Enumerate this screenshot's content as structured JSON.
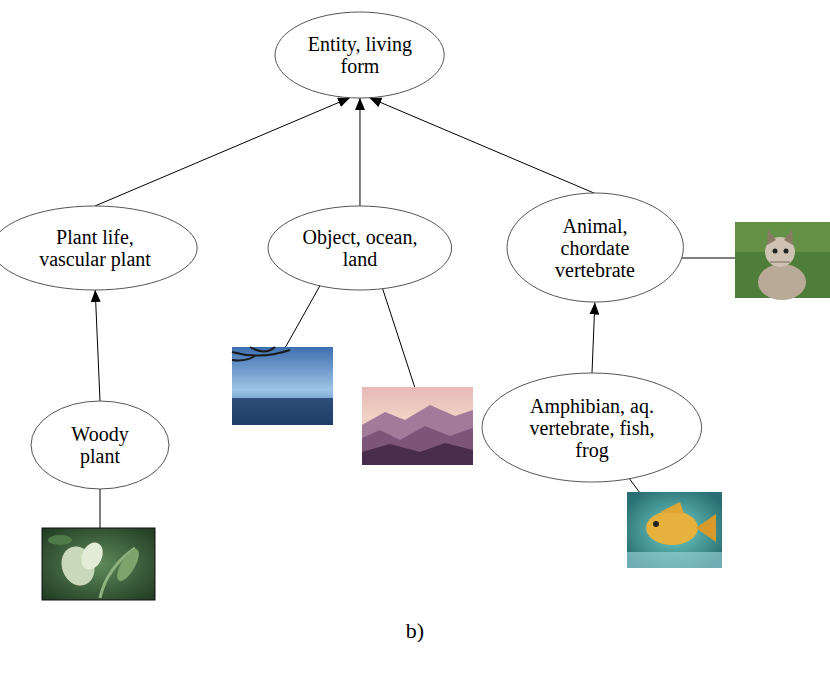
{
  "diagram": {
    "caption": "b)",
    "nodes": [
      {
        "text": [
          "Entity, living form"
        ]
      },
      {
        "text": [
          "Plant life, vascular plant"
        ]
      },
      {
        "text": [
          "Object, ocean, land"
        ]
      },
      {
        "text": [
          "Animal, chordate vertebrate"
        ]
      },
      {
        "text": [
          "Woody plant"
        ]
      },
      {
        "text": [
          "Amphibian, aq. vertebrate, fish, frog"
        ]
      }
    ],
    "edges": [
      {
        "from": 1,
        "to": 0,
        "arrow": "to"
      },
      {
        "from": 2,
        "to": 0,
        "arrow": "to"
      },
      {
        "from": 3,
        "to": 0,
        "arrow": "to"
      },
      {
        "from": 4,
        "to": 1,
        "arrow": "to"
      },
      {
        "from": 5,
        "to": 3,
        "arrow": "to"
      }
    ]
  }
}
